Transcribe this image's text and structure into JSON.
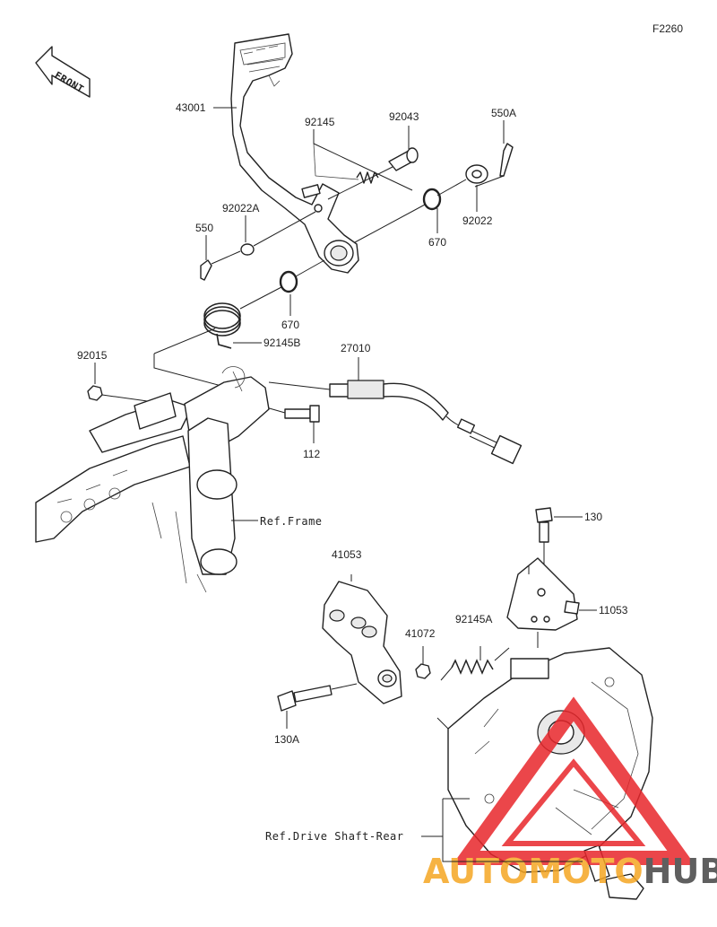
{
  "diagram_id": "F2260",
  "front_label": "FRONT",
  "watermark": {
    "text_accent": "AUTO",
    "text_middle": "MOTO",
    "text_dark": "HUB",
    "accent_color": "#f5a623",
    "triangle_color": "#e8262b",
    "dark_color": "#444444"
  },
  "parts": [
    {
      "id": "43001"
    },
    {
      "id": "92145"
    },
    {
      "id": "92043"
    },
    {
      "id": "550A"
    },
    {
      "id": "92022A"
    },
    {
      "id": "550"
    },
    {
      "id": "670a",
      "label": "670"
    },
    {
      "id": "92022"
    },
    {
      "id": "670b",
      "label": "670"
    },
    {
      "id": "92145B"
    },
    {
      "id": "92015"
    },
    {
      "id": "27010"
    },
    {
      "id": "112"
    },
    {
      "id": "130"
    },
    {
      "id": "41053"
    },
    {
      "id": "11053"
    },
    {
      "id": "41072"
    },
    {
      "id": "92145A"
    },
    {
      "id": "130A"
    }
  ],
  "references": {
    "frame": "Ref.Frame",
    "drive_shaft": "Ref.Drive Shaft-Rear"
  }
}
